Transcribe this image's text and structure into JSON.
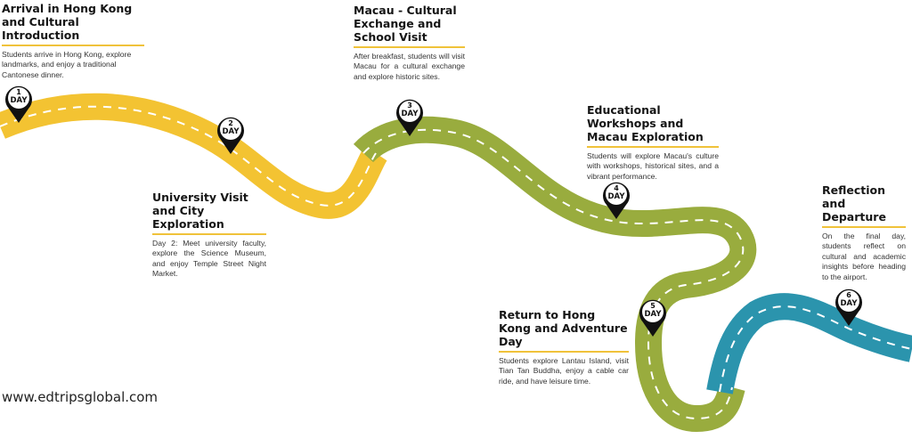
{
  "colors": {
    "yellow": "#f3c332",
    "green": "#99ac3e",
    "blue": "#2b94ad",
    "accent_rule": "#f0c23a",
    "pin": "#111111"
  },
  "pin_label": "DAY",
  "days": [
    {
      "num": "1",
      "title": "Arrival in Hong Kong and Cultural Introduction",
      "text": "Students arrive in Hong Kong, explore landmarks, and enjoy a traditional Cantonese dinner."
    },
    {
      "num": "2",
      "title": "University Visit and City Exploration",
      "text": "Day 2: Meet university faculty, explore the Science Museum, and enjoy Temple Street Night Market."
    },
    {
      "num": "3",
      "title": "Macau - Cultural Exchange and School Visit",
      "text": "After breakfast, students will visit Macau for a cultural exchange and explore historic sites."
    },
    {
      "num": "4",
      "title": "Educational Workshops and Macau Exploration",
      "text": "Students will explore Macau's culture with workshops, historical sites, and a vibrant performance."
    },
    {
      "num": "5",
      "title": "Return to Hong Kong and Adventure Day",
      "text": "Students explore Lantau Island, visit Tian Tan Buddha, enjoy a cable car ride, and have leisure time."
    },
    {
      "num": "6",
      "title": "Reflection and Departure",
      "text": "On the final day, students reflect on cultural and academic insights before heading to the airport."
    }
  ],
  "website": "www.edtripsglobal.com"
}
